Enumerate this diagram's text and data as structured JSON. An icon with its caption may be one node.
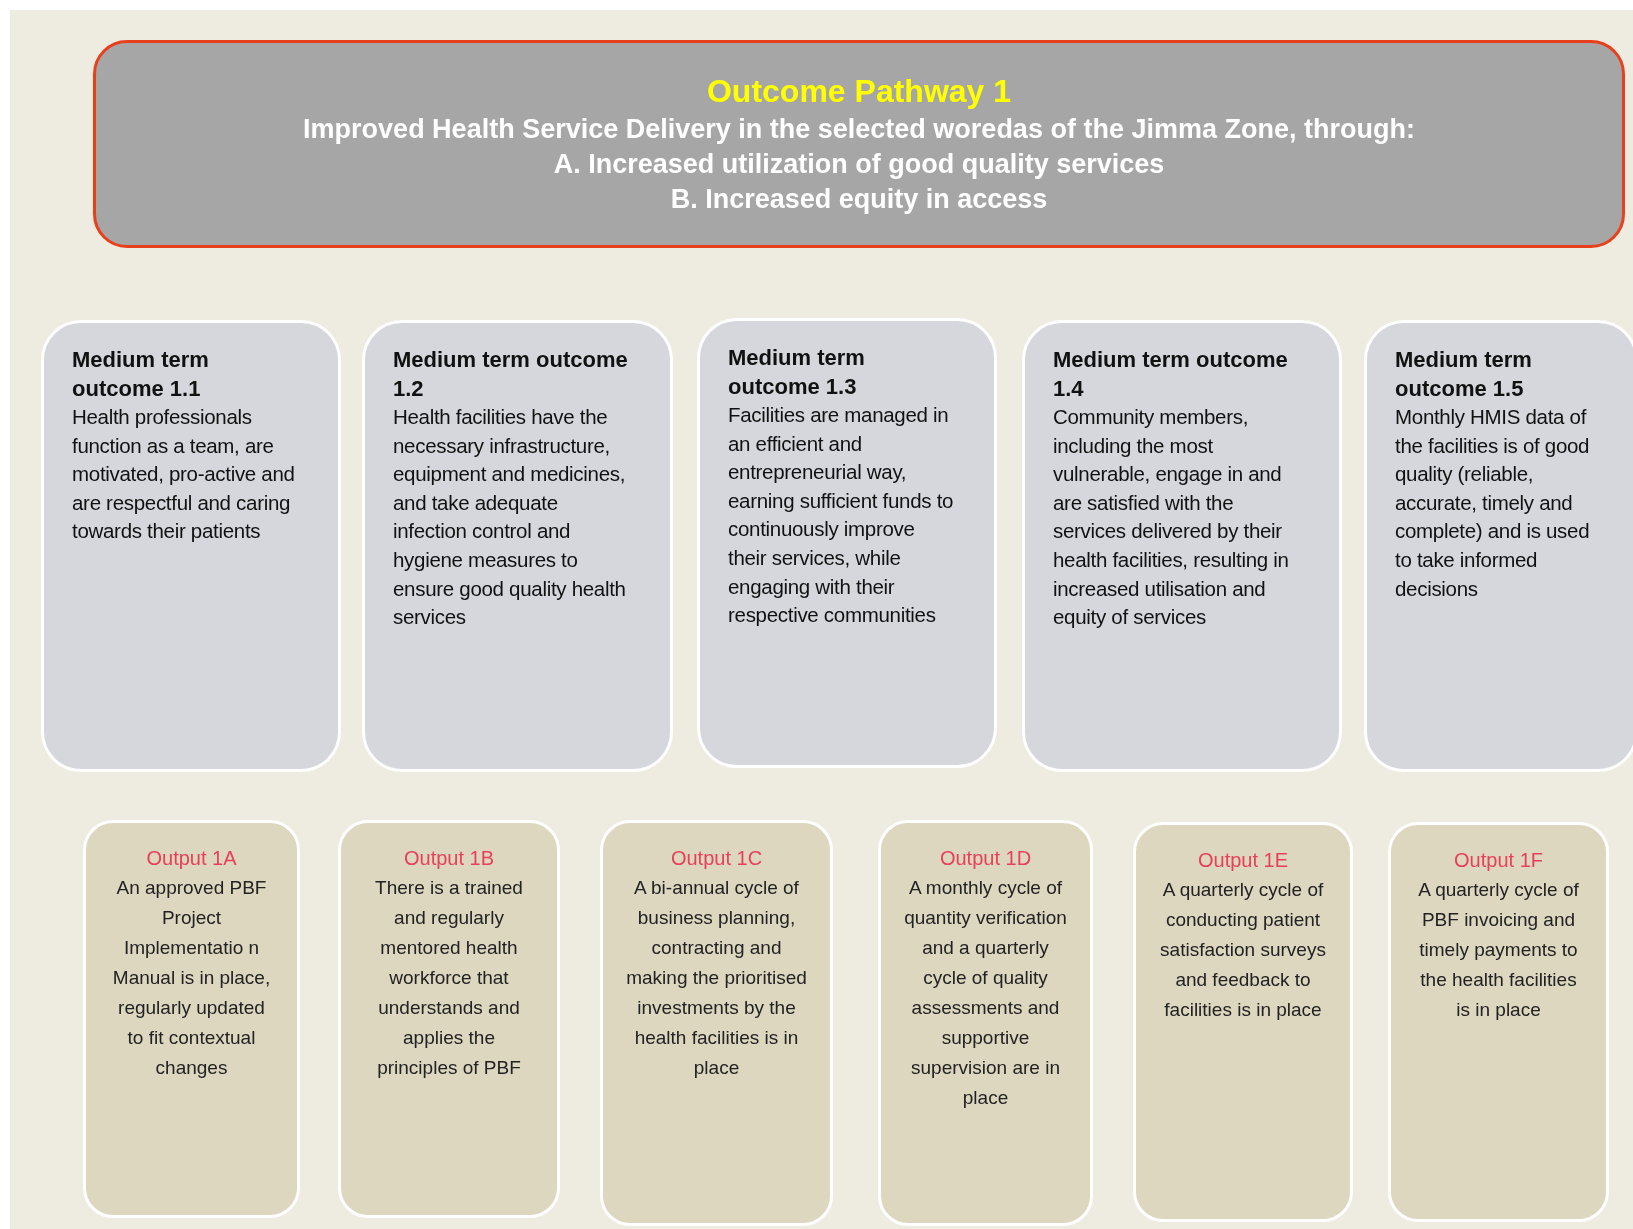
{
  "diagram": {
    "nodes": [
      {
        "text": [
          "Outcome Pathway 1",
          "Improved  Health Service Delivery in the selected woredas of the Jimma  Zone, through:",
          "A. Increased utilization of good quality services",
          "B. Increased equity in access"
        ]
      },
      {
        "text": [
          "Medium term outcome 1.1",
          "Health professionals function as a team, are motivated, pro-active and are respectful and caring towards their patients"
        ]
      },
      {
        "text": [
          "Medium term outcome 1.2",
          "Health facilities have the necessary infrastructure, equipment and medicines, and take adequate infection control and hygiene measures to ensure good quality health services"
        ]
      },
      {
        "text": [
          "Medium term outcome 1.3",
          "Facilities are managed in an efficient and entrepreneurial way, earning sufficient funds to continuously improve their services, while engaging with their respective communities"
        ]
      },
      {
        "text": [
          "Medium term outcome 1.4",
          "Community members, including the most vulnerable, engage in and are satisfied with the services delivered by their health facilities, resulting in increased utilisation and equity of services"
        ]
      },
      {
        "text": [
          "Medium term outcome 1.5",
          "Monthly HMIS data of the facilities is of good quality (reliable, accurate, timely and complete) and is used to take informed decisions"
        ]
      },
      {
        "text": [
          "Output 1A",
          "An approved PBF Project Implementatio n Manual is in place, regularly updated to fit contextual changes"
        ]
      },
      {
        "text": [
          "Output 1B",
          "There is a trained and regularly mentored health workforce that understands and applies the principles of PBF"
        ]
      },
      {
        "text": [
          "Output 1C",
          "A bi-annual cycle of business planning, contracting and making the prioritised investments by the health facilities is in place"
        ]
      },
      {
        "text": [
          "Output 1D",
          "A monthly cycle of quantity verification and a quarterly cycle of quality assessments and supportive supervision are in place"
        ]
      },
      {
        "text": [
          "Output 1E",
          "A quarterly cycle of conducting patient satisfaction surveys and feedback to facilities is in place"
        ]
      },
      {
        "text": [
          "Output 1F",
          "A quarterly cycle of PBF invoicing and timely payments to the health facilities is in place"
        ]
      }
    ]
  }
}
